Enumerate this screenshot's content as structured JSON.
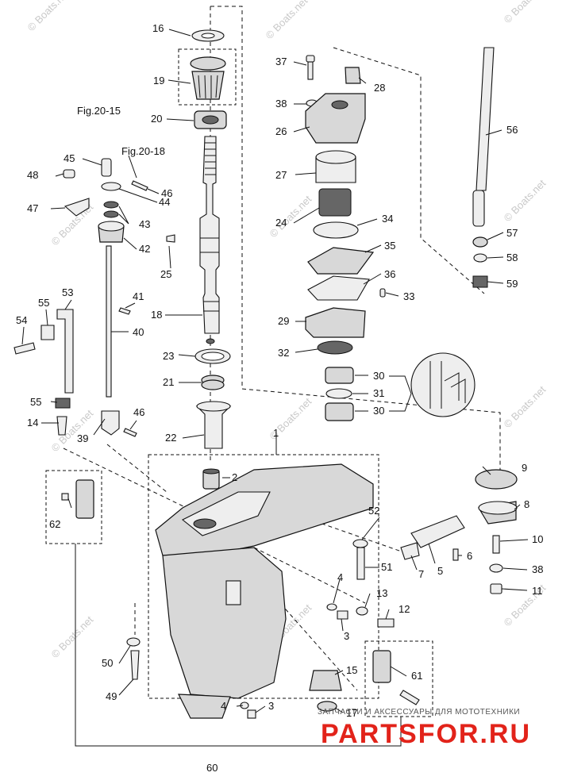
{
  "diagram": {
    "refs": {
      "fig_a": "Fig.20-15",
      "fig_b": "Fig.20-18"
    },
    "labels": {
      "l1": "1",
      "l2": "2",
      "l3a": "3",
      "l3b": "3",
      "l4a": "4",
      "l4b": "4",
      "l5": "5",
      "l6": "6",
      "l7": "7",
      "l8": "8",
      "l9": "9",
      "l10": "10",
      "l11": "11",
      "l12": "12",
      "l13": "13",
      "l14": "14",
      "l15": "15",
      "l16": "16",
      "l17": "17",
      "l18": "18",
      "l19": "19",
      "l20": "20",
      "l21": "21",
      "l22": "22",
      "l23": "23",
      "l24": "24",
      "l25": "25",
      "l26": "26",
      "l27": "27",
      "l28": "28",
      "l29": "29",
      "l30a": "30",
      "l30b": "30",
      "l31": "31",
      "l32": "32",
      "l33": "33",
      "l34": "34",
      "l35": "35",
      "l36": "36",
      "l37": "37",
      "l38a": "38",
      "l38b": "38",
      "l39": "39",
      "l40": "40",
      "l41": "41",
      "l42": "42",
      "l43": "43",
      "l44": "44",
      "l45": "45",
      "l46a": "46",
      "l46b": "46",
      "l47": "47",
      "l48": "48",
      "l49": "49",
      "l50": "50",
      "l51": "51",
      "l52": "52",
      "l53": "53",
      "l54": "54",
      "l55a": "55",
      "l55b": "55",
      "l56": "56",
      "l57": "57",
      "l58": "58",
      "l59": "59",
      "l60": "60",
      "l61": "61",
      "l62": "62"
    },
    "watermark": "© Boats.net"
  },
  "brand": {
    "tagline": "ЗАПЧАСТИ И АКСЕССУАРЫ ДЛЯ МОТОТЕХНИКИ",
    "name": "PARTSFOR.RU",
    "color": "#e2231a"
  }
}
